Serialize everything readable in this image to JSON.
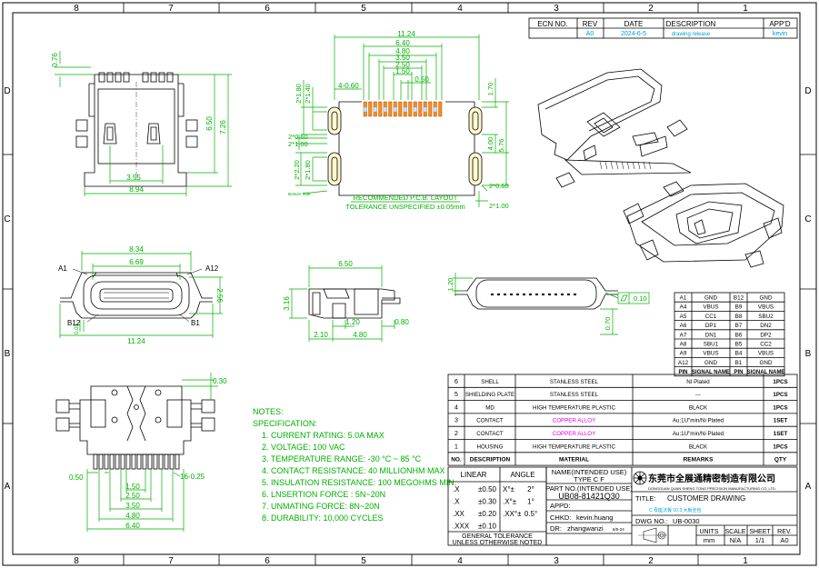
{
  "grid": {
    "cols": [
      "8",
      "7",
      "6",
      "5",
      "4",
      "3",
      "2",
      "1"
    ],
    "rows": [
      "D",
      "C",
      "B",
      "A"
    ]
  },
  "revision": {
    "headers": [
      "ECN NO.",
      "REV",
      "DATE",
      "DESCRIPTION",
      "APP'D"
    ],
    "row": [
      "",
      "A0",
      "2024-6-5",
      "drawing release",
      "kevin"
    ]
  },
  "dims": {
    "top_076": "0.76",
    "top_650": "6.50",
    "top_726": "7.26",
    "top_355": "3.55",
    "top_894": "8.94",
    "pcb_1124": "11.24",
    "pcb_640": "6.40",
    "pcb_480": "4.80",
    "pcb_350": "3.50",
    "pcb_250": "2.50",
    "pcb_150": "1.50",
    "pcb_050": "0.50",
    "pcb_4x060": "4-0.60",
    "pcb_2x180": "2*1.80",
    "pcb_2x140": "2*1.40",
    "pcb_170": "1.70",
    "pcb_2x060": "2*0.60",
    "pcb_2x100": "2*1.00",
    "pcb_400": "4.00",
    "pcb_576": "5.76",
    "pcb_2x220": "2*2.20",
    "pcb_2x180b": "2*1.80",
    "pcb_2x060b": "2*0.60",
    "pcb_2x100b": "2*1.00",
    "pcb_note": "Bottom Side",
    "front_834": "8.34",
    "front_669": "6.69",
    "front_256": "2.56",
    "front_005": "0.05",
    "front_1124": "11.24",
    "side_650": "6.50",
    "side_316": "3.16",
    "side_120": "1.20",
    "side_080": "0.80",
    "side_210": "2.10",
    "side_480": "4.80",
    "end_120": "1.20",
    "end_070": "0.70",
    "end_flat": "0.10",
    "bot_030": "0.30",
    "bot_050": "0.50",
    "bot_16x025": "16-0.25",
    "bot_150": "1.50",
    "bot_250": "2.50",
    "bot_350": "3.50",
    "bot_480": "4.80",
    "bot_640": "6.40"
  },
  "pin_labels": {
    "a1": "A1",
    "a12": "A12",
    "b12": "B12",
    "b1": "B1"
  },
  "pcb_caption": [
    "RECOMMENDED  P.C.B. LAYOUT",
    "TOLERANCE UNSPECIFIED ±0.05mm"
  ],
  "notes": {
    "title": "NOTES:",
    "subtitle": "SPECIFICATION:",
    "items": [
      "1. CURRENT RATING: 5.0A MAX",
      "2. VOLTAGE: 100 VAC",
      "3. TEMPERATURE RANGE: -30 °C ~ 85 °C",
      "4. CONTACT RESISTANCE: 40 MILLIONHM MAX",
      "5. INSULATION RESISTANCE: 100 MEGOHMS MIN.",
      "6. LNSERTION FORCE : 5N~20N",
      "7. UNMATING FORCE: 8N~20N",
      "8. DURABILITY:    10,000 CYCLES"
    ]
  },
  "pins": {
    "rows": [
      [
        "A1",
        "GND",
        "B12",
        "GND"
      ],
      [
        "A4",
        "VBUS",
        "B9",
        "VBUS"
      ],
      [
        "A5",
        "CC1",
        "B8",
        "SBU2"
      ],
      [
        "A6",
        "DP1",
        "B7",
        "DN2"
      ],
      [
        "A7",
        "DN1",
        "B6",
        "DP2"
      ],
      [
        "A8",
        "SBU1",
        "B5",
        "CC2"
      ],
      [
        "A9",
        "VBUS",
        "B4",
        "VBUS"
      ],
      [
        "A12",
        "GND",
        "B1",
        "GND"
      ]
    ],
    "header": [
      "PIN",
      "SIGNAL NAME",
      "PIN",
      "SIGNAL NAME"
    ]
  },
  "bom": {
    "rows": [
      [
        "6",
        "SHELL",
        "STANLESS STEEL",
        "NI Plated",
        "1PCS"
      ],
      [
        "5",
        "SHIELDING PLATE",
        "STANLESS STEEL",
        "---",
        "1PCS"
      ],
      [
        "4",
        "MD",
        "HIGH TEMPERATURE PLASTIC",
        "BLACK",
        "1PCS"
      ],
      [
        "3",
        "CONTACT",
        "COPPER ALLOY",
        "Au:1U\"min/Ni Plated",
        "1SET"
      ],
      [
        "2",
        "CONTACT",
        "COPPER ALLOY",
        "Au:1U\"min/Ni Plated",
        "1SET"
      ],
      [
        "1",
        "HOUSING",
        "HIGH TEMPERATURE PLASTIC",
        "BLACK",
        "1PCS"
      ]
    ],
    "header": [
      "NO.",
      "DESCRIPTION",
      "MATERIAL",
      "REMARKS",
      "QTY"
    ]
  },
  "tolerance": {
    "header": [
      "LINEAR",
      "ANGLE"
    ],
    "rows": [
      [
        ".X",
        "±0.50",
        "X°±",
        "2°"
      ],
      [
        ".X",
        "±0.30",
        ".X°±",
        "1°"
      ],
      [
        ".XX",
        "±0.20",
        ".XX°±",
        "0.5°"
      ],
      [
        ".XXX",
        "±0.10",
        "",
        ""
      ]
    ],
    "footer": [
      "GENERAL TOLERANCE",
      "UNLESS OTHERWISE NOTED"
    ]
  },
  "titleblock": {
    "name_label": "NAME(INTENDED USE)",
    "name_value": "TYPE C F",
    "partno_label": "PART NO.(INTENDED USE)",
    "partno_value": "UB08-81421Q30",
    "appd_label": "APPD:",
    "chkd_label": "CHKD:",
    "chkd_value": "kevin.huang",
    "dr_label": "DR:",
    "dr_value": "zhangwanzi",
    "dr_date": "6/5-24",
    "company_cn": "东莞市全展通精密制造有限公司",
    "company_en": "DONGGUAN QUAN SHENG TONG PRECISION MANUFACTURING CO.,LTD.",
    "title_label": "TITLE:",
    "title_value": "CUSTOMER DRAWING",
    "title_sub": "C 母座沉板 10.3 大板全包",
    "dwg_label": "DWG NO.:",
    "dwg_value": "UB-0030",
    "units_label": "UNITS",
    "units_value": "mm",
    "scale_label": "SCALE",
    "scale_value": "N/A",
    "sheet_label": "SHEET",
    "sheet_value": "1/1",
    "rev_label": "REV.",
    "rev_value": "A0"
  }
}
